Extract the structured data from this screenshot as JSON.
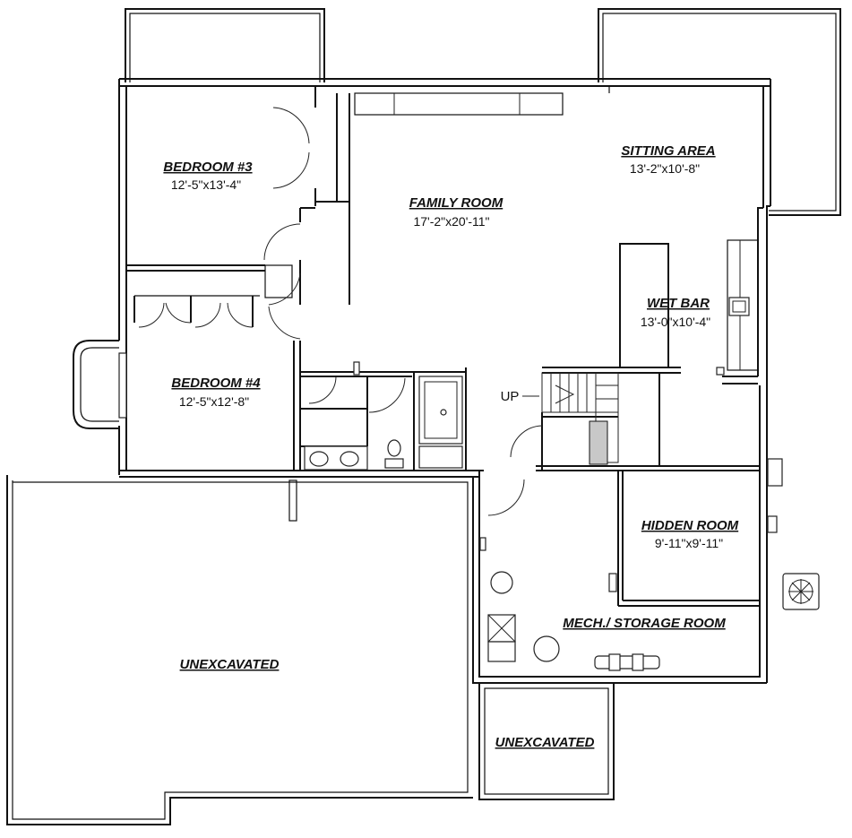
{
  "rooms": {
    "bedroom3": {
      "name": "BEDROOM #3",
      "dim": "12'-5\"x13'-4\""
    },
    "family_room": {
      "name": "FAMILY ROOM",
      "dim": "17'-2\"x20'-11\""
    },
    "sitting_area": {
      "name": "SITTING AREA",
      "dim": "13'-2\"x10'-8\""
    },
    "wet_bar": {
      "name": "WET BAR",
      "dim": "13'-0\"x10'-4\""
    },
    "bedroom4": {
      "name": "BEDROOM #4",
      "dim": "12'-5\"x12'-8\""
    },
    "hidden_room": {
      "name": "HIDDEN ROOM",
      "dim": "9'-11\"x9'-11\""
    },
    "mech_storage": {
      "name": "MECH./ STORAGE ROOM"
    },
    "unexcavated_left": {
      "name": "UNEXCAVATED"
    },
    "unexcavated_bottom": {
      "name": "UNEXCAVATED"
    }
  },
  "stairs": {
    "label": "UP"
  },
  "colors": {
    "line": "#111111",
    "background": "#ffffff",
    "hatch": "#c8c8c8"
  }
}
